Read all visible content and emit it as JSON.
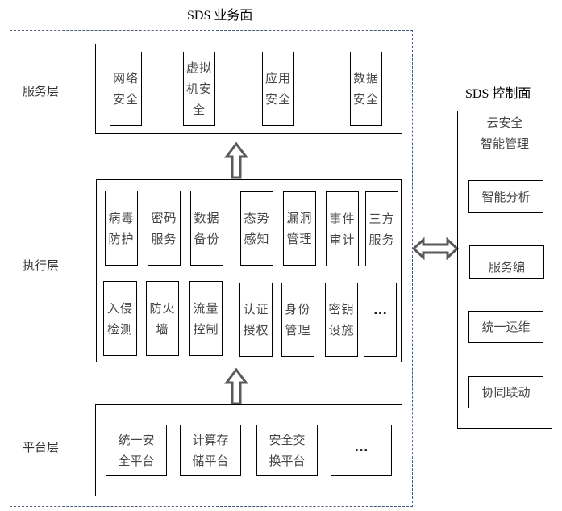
{
  "business_plane": {
    "title": "SDS 业务面"
  },
  "service_layer": {
    "label": "服务层",
    "items": [
      "网络安全",
      "虚拟机安全",
      "应用安全",
      "数据安全"
    ]
  },
  "execution_layer": {
    "label": "执行层",
    "row1": [
      "病毒防护",
      "密码服务",
      "数据备份",
      "态势感知",
      "漏洞管理",
      "事件审计",
      "三方服务"
    ],
    "row2": [
      "入侵检测",
      "防火墙",
      "流量控制",
      "认证授权",
      "身份管理",
      "密钥设施",
      "···"
    ]
  },
  "platform_layer": {
    "label": "平台层",
    "items": [
      "统一安全平台",
      "计算存储平台",
      "安全交换平台",
      "···"
    ]
  },
  "control_plane": {
    "title": "SDS 控制面",
    "header_line1": "云安全",
    "header_line2": "智能管理",
    "items": [
      "智能分析",
      "服务编",
      "统一运维",
      "协同联动"
    ]
  },
  "colors": {
    "arrow": "#595959",
    "dashed_border": "#4a5a7a"
  }
}
